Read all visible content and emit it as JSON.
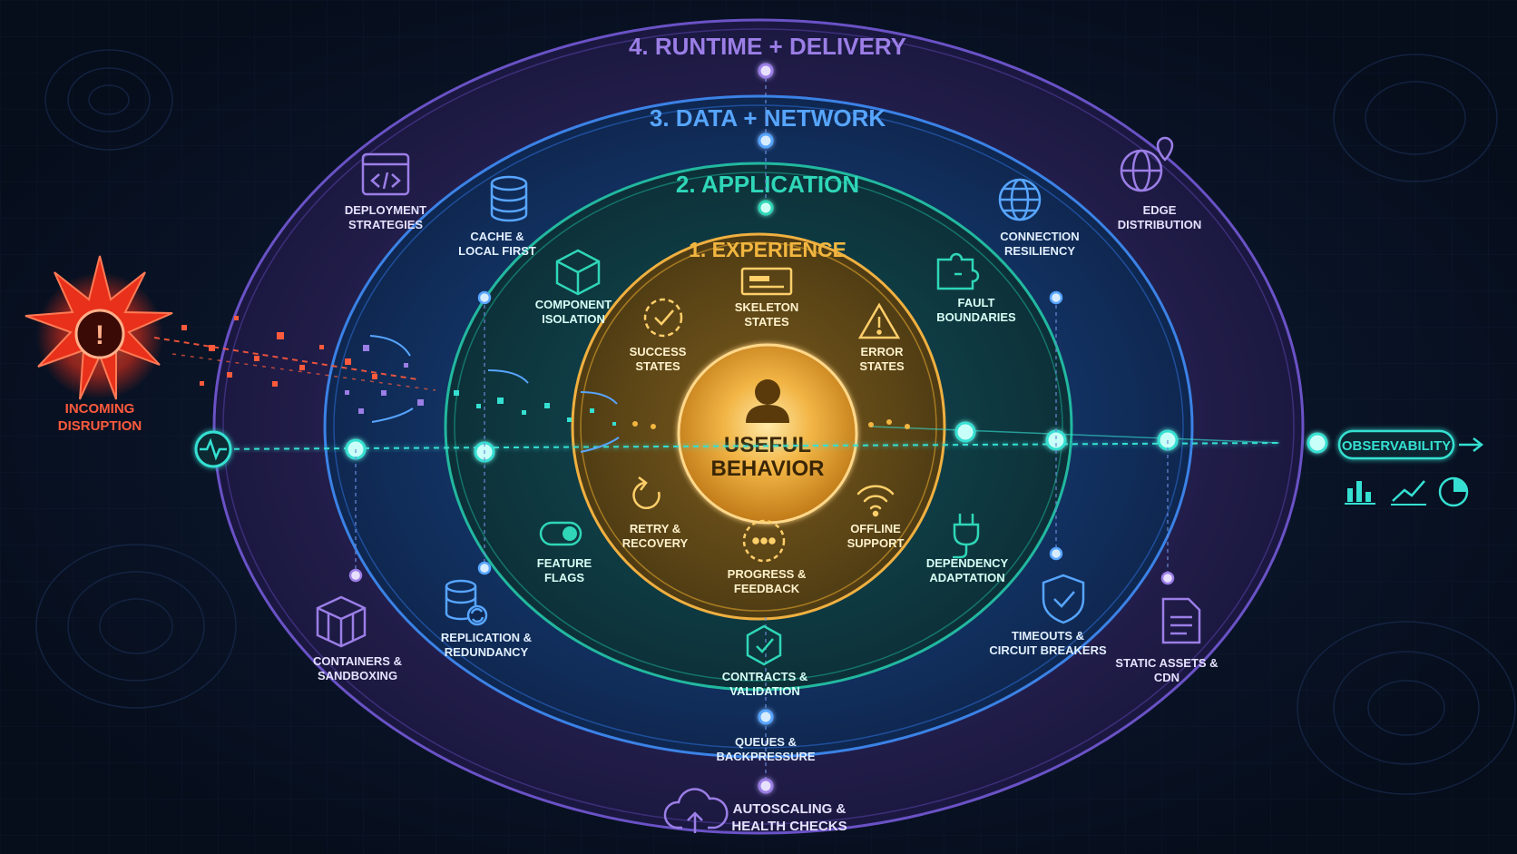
{
  "rings": {
    "runtime": {
      "title": "4. RUNTIME + DELIVERY",
      "color": "#9b7ee6"
    },
    "data": {
      "title": "3. DATA + NETWORK",
      "color": "#57a5ff"
    },
    "application": {
      "title": "2. APPLICATION",
      "color": "#2fd6b8"
    },
    "experience": {
      "title": "1. EXPERIENCE",
      "color": "#f2b640"
    }
  },
  "core": {
    "line1": "USEFUL",
    "line2": "BEHAVIOR"
  },
  "disruption": {
    "line1": "INCOMING",
    "line2": "DISRUPTION",
    "color": "#ff5a3c"
  },
  "observability": {
    "label": "OBSERVABILITY",
    "color": "#35e0d2"
  },
  "experience_items": {
    "skeleton": [
      "SKELETON",
      "STATES"
    ],
    "success": [
      "SUCCESS",
      "STATES"
    ],
    "error": [
      "ERROR",
      "STATES"
    ],
    "retry": [
      "RETRY &",
      "RECOVERY"
    ],
    "offline": [
      "OFFLINE",
      "SUPPORT"
    ],
    "progress": [
      "PROGRESS &",
      "FEEDBACK"
    ]
  },
  "application_items": {
    "component": [
      "COMPONENT",
      "ISOLATION"
    ],
    "fault": [
      "FAULT",
      "BOUNDARIES"
    ],
    "flags": [
      "FEATURE",
      "FLAGS"
    ],
    "dependency": [
      "DEPENDENCY",
      "ADAPTATION"
    ],
    "contracts": [
      "CONTRACTS &",
      "VALIDATION"
    ]
  },
  "data_items": {
    "cache": [
      "CACHE &",
      "LOCAL FIRST"
    ],
    "connection": [
      "CONNECTION",
      "RESILIENCY"
    ],
    "replication": [
      "REPLICATION &",
      "REDUNDANCY"
    ],
    "timeouts": [
      "TIMEOUTS &",
      "CIRCUIT BREAKERS"
    ],
    "queues": [
      "QUEUES &",
      "BACKPRESSURE"
    ]
  },
  "runtime_items": {
    "deployment": [
      "DEPLOYMENT",
      "STRATEGIES"
    ],
    "edge": [
      "EDGE",
      "DISTRIBUTION"
    ],
    "containers": [
      "CONTAINERS &",
      "SANDBOXING"
    ],
    "static": [
      "STATIC ASSETS &",
      "CDN"
    ],
    "autoscaling": [
      "AUTOSCALING &",
      "HEALTH CHECKS"
    ]
  },
  "icons": {
    "deployment": "code-window-icon",
    "edge": "globe-pin-icon",
    "containers": "container-box-icon",
    "static": "document-icon",
    "autoscaling": "cloud-upload-icon",
    "cache": "database-icon",
    "connection": "globe-icon",
    "replication": "database-sync-icon",
    "timeouts": "shield-check-icon",
    "component": "cube-icon",
    "fault": "puzzle-icon",
    "flags": "toggle-icon",
    "dependency": "plug-icon",
    "contracts": "hexagon-check-icon",
    "skeleton": "skeleton-card-icon",
    "success": "check-circle-icon",
    "error": "warning-triangle-icon",
    "retry": "refresh-icon",
    "offline": "wifi-icon",
    "progress": "dots-circle-icon",
    "core": "user-icon",
    "observability_charts": [
      "bar-chart-icon",
      "line-chart-icon",
      "pie-chart-icon"
    ],
    "heartbeat": "heartbeat-icon",
    "disruption": "alert-burst-icon"
  }
}
